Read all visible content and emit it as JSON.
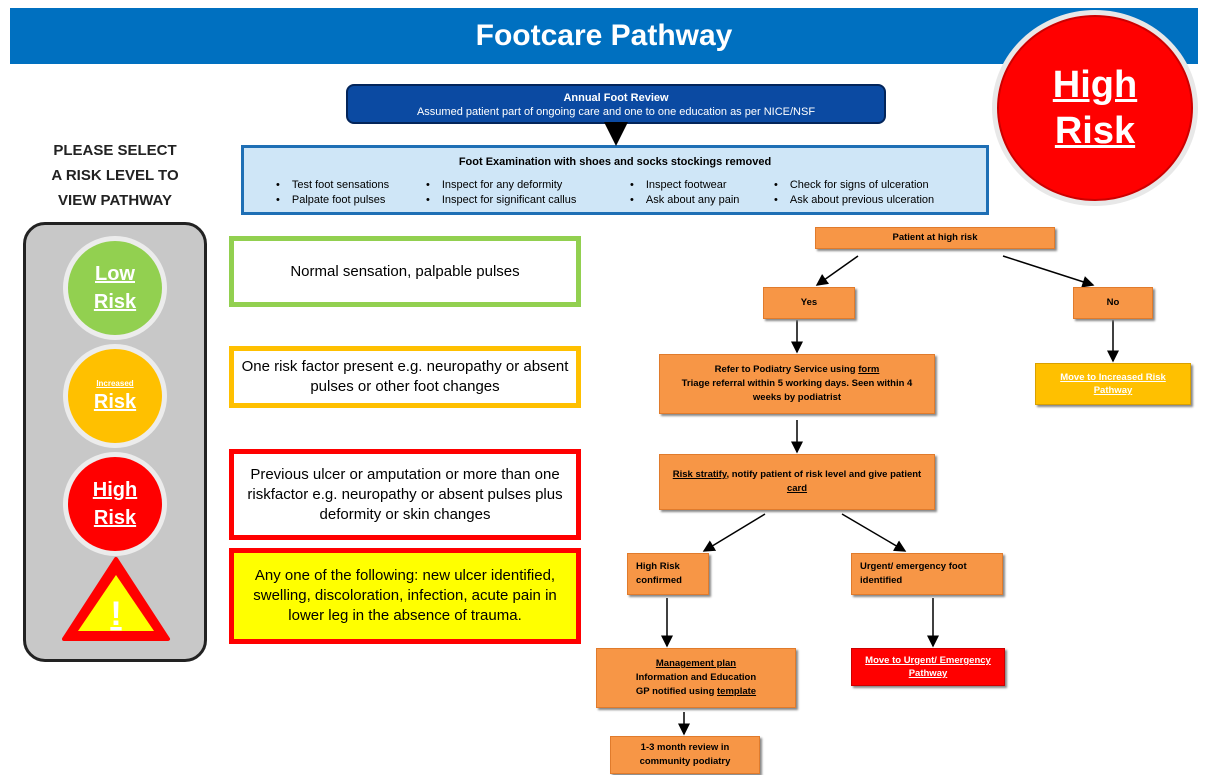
{
  "banner": {
    "title": "Footcare Pathway",
    "color": "#0070c0"
  },
  "badge": {
    "line1": "High",
    "line2": "Risk",
    "color": "#ff0000"
  },
  "selector": {
    "label_line1": "PLEASE SELECT",
    "label_line2": "A RISK  LEVEL TO",
    "label_line3": "VIEW PATHWAY",
    "low": {
      "line1": "Low",
      "line2": "Risk",
      "color": "#92d050"
    },
    "increased": {
      "line1": "Increased",
      "line2": "Risk",
      "color": "#ffc000"
    },
    "high": {
      "line1": "High",
      "line2": "Risk",
      "color": "#ff0000"
    },
    "urgent": {
      "symbol": "!",
      "icon": "warning-triangle-icon"
    }
  },
  "annual_review": {
    "title": "Annual Foot Review",
    "subtitle": "Assumed patient part of ongoing care and one to one education as per NICE/NSF"
  },
  "foot_exam": {
    "title": "Foot Examination with shoes and socks stockings removed",
    "col1": [
      "Test foot sensations",
      "Palpate foot pulses"
    ],
    "col2": [
      "Inspect for any deformity",
      "Inspect for significant callus"
    ],
    "col3": [
      "Inspect footwear",
      "Ask about any pain"
    ],
    "col4": [
      "Check for signs of ulceration",
      "Ask about previous ulceration"
    ]
  },
  "risk_descriptions": {
    "low": "Normal sensation, palpable pulses",
    "increased": "One risk factor present e.g. neuropathy or absent pulses or other foot changes",
    "high": "Previous ulcer or amputation or more than one riskfactor e.g. neuropathy or absent pulses plus deformity or skin changes",
    "urgent": "Any one of the following: new ulcer identified, swelling, discoloration, infection, acute pain in lower leg in the absence of trauma."
  },
  "flow": {
    "patient_high_risk": "Patient at high risk",
    "yes": "Yes",
    "no": "No",
    "refer_prefix": "Refer to Podiatry Service using ",
    "refer_link": "form",
    "refer_rest": "Triage referral within 5 working days. Seen within 4 weeks by podiatrist",
    "move_increased": "Move to Increased Risk Pathway",
    "stratify_link": "Risk stratify",
    "stratify_rest": ", notify patient of risk level and give patient ",
    "stratify_card": "card",
    "high_risk_confirmed": "High Risk confirmed",
    "urgent_identified": "Urgent/ emergency foot identified",
    "management_plan": "Management plan",
    "info_education": "Information and Education",
    "gp_notified_prefix": "GP notified using ",
    "gp_template": "template",
    "move_urgent": "Move to Urgent/ Emergency Pathway",
    "review": "1-3 month review in community podiatry"
  }
}
